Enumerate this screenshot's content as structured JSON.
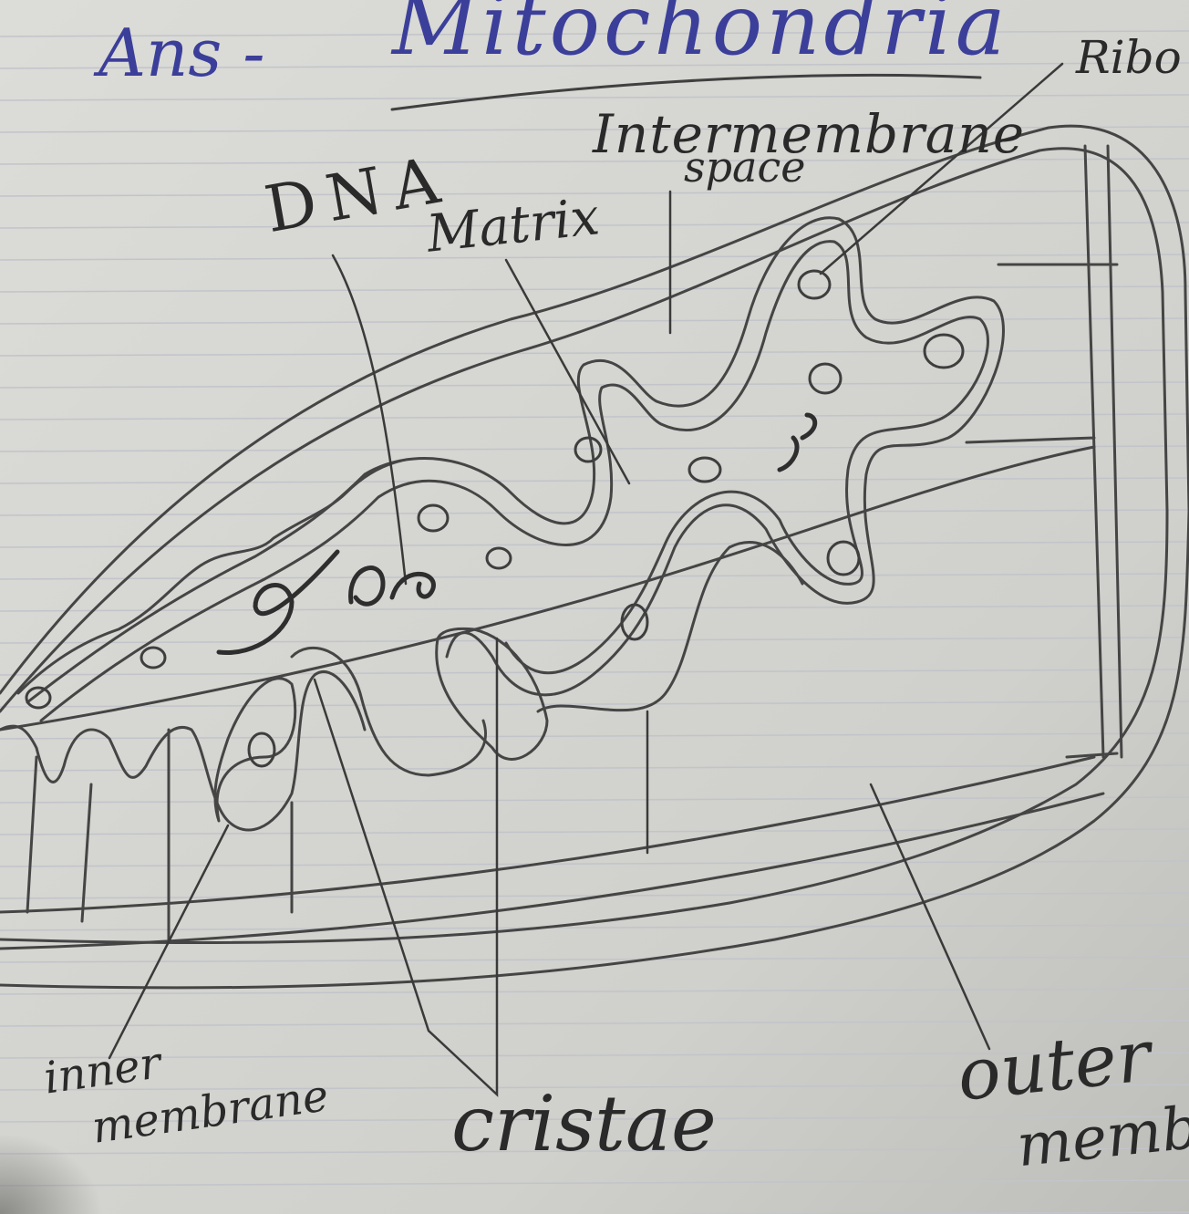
{
  "header": {
    "prefix": "Ans -",
    "title": "Mitochondria"
  },
  "labels": {
    "ribosome": "Ribo",
    "intermembrane_space_line1": "Intermembrane",
    "intermembrane_space_line2": "space",
    "dna": "DNA",
    "matrix": "Matrix",
    "inner_membrane_line1": "inner",
    "inner_membrane_line2": "membrane",
    "cristae": "cristae",
    "outer_membrane_line1": "outer",
    "outer_membrane_line2": "memb"
  },
  "colors": {
    "pencil": "#4a4a4a",
    "pen_blue": "#3b3f9a",
    "paper": "#d6d6d2",
    "rule_line": "#c4c6cc"
  }
}
